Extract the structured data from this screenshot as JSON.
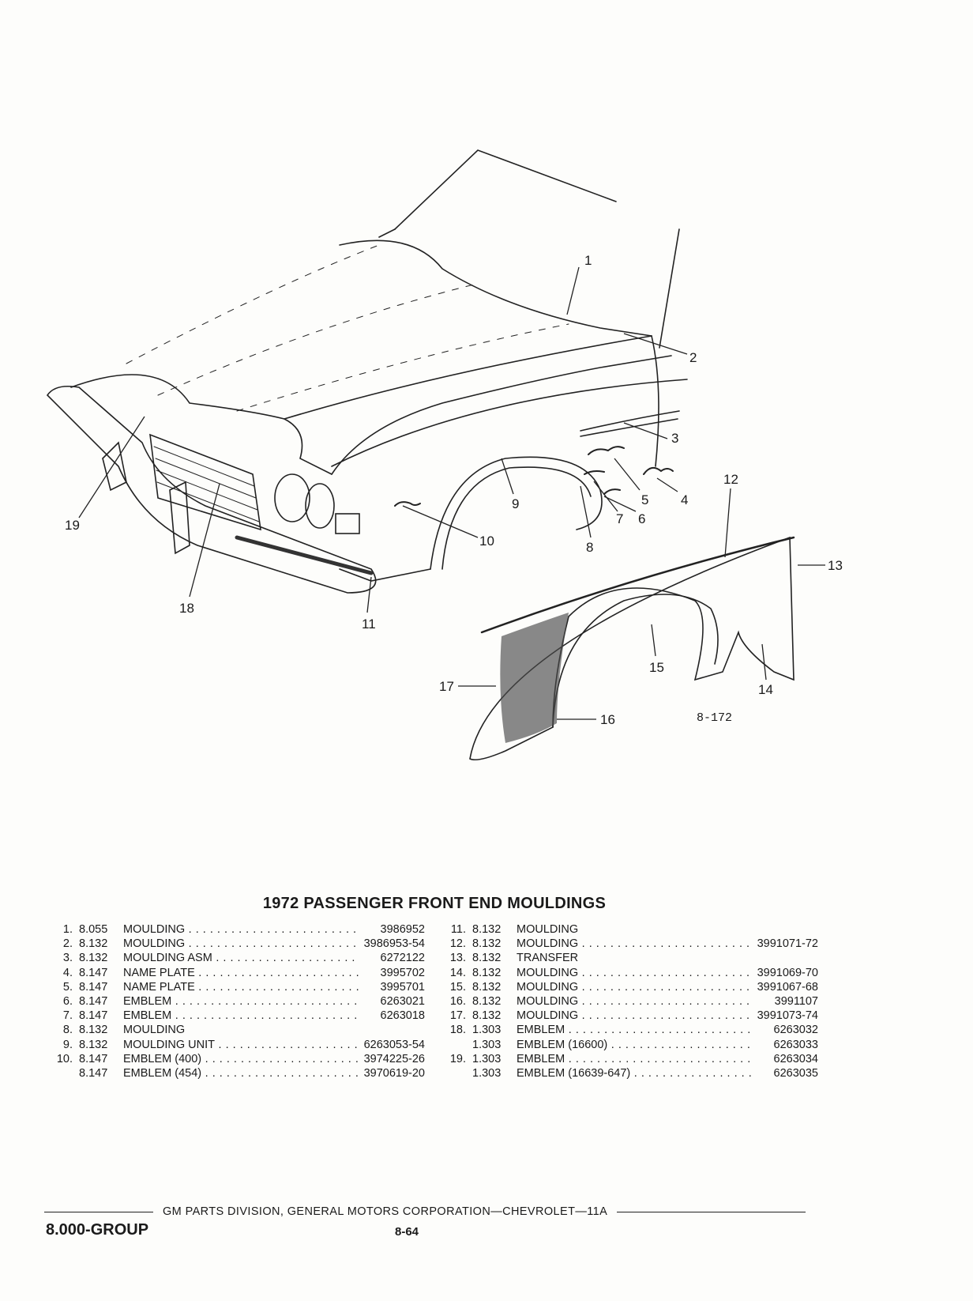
{
  "figure": {
    "number": "8-172",
    "callouts": [
      "1",
      "2",
      "3",
      "4",
      "5",
      "6",
      "7",
      "8",
      "9",
      "10",
      "11",
      "12",
      "13",
      "14",
      "15",
      "16",
      "17",
      "18",
      "19"
    ]
  },
  "title": "1972 PASSENGER FRONT END MOULDINGS",
  "parts_left": [
    {
      "num": "1.",
      "group": "8.055",
      "desc": "MOULDING",
      "part": "3986952"
    },
    {
      "num": "2.",
      "group": "8.132",
      "desc": "MOULDING",
      "part": "3986953-54"
    },
    {
      "num": "3.",
      "group": "8.132",
      "desc": "MOULDING ASM",
      "part": "6272122"
    },
    {
      "num": "4.",
      "group": "8.147",
      "desc": "NAME PLATE",
      "part": "3995702"
    },
    {
      "num": "5.",
      "group": "8.147",
      "desc": "NAME PLATE",
      "part": "3995701"
    },
    {
      "num": "6.",
      "group": "8.147",
      "desc": "EMBLEM",
      "part": "6263021"
    },
    {
      "num": "7.",
      "group": "8.147",
      "desc": "EMBLEM",
      "part": "6263018"
    },
    {
      "num": "8.",
      "group": "8.132",
      "desc": "MOULDING",
      "part": ""
    },
    {
      "num": "9.",
      "group": "8.132",
      "desc": "MOULDING UNIT",
      "part": "6263053-54"
    },
    {
      "num": "10.",
      "group": "8.147",
      "desc": "EMBLEM (400)",
      "part": "3974225-26"
    },
    {
      "num": "",
      "group": "8.147",
      "desc": "EMBLEM (454)",
      "part": "3970619-20"
    }
  ],
  "parts_right": [
    {
      "num": "11.",
      "group": "8.132",
      "desc": "MOULDING",
      "part": ""
    },
    {
      "num": "12.",
      "group": "8.132",
      "desc": "MOULDING",
      "part": "3991071-72"
    },
    {
      "num": "13.",
      "group": "8.132",
      "desc": "TRANSFER",
      "part": ""
    },
    {
      "num": "14.",
      "group": "8.132",
      "desc": "MOULDING",
      "part": "3991069-70"
    },
    {
      "num": "15.",
      "group": "8.132",
      "desc": "MOULDING",
      "part": "3991067-68"
    },
    {
      "num": "16.",
      "group": "8.132",
      "desc": "MOULDING",
      "part": "3991107"
    },
    {
      "num": "17.",
      "group": "8.132",
      "desc": "MOULDING",
      "part": "3991073-74"
    },
    {
      "num": "18.",
      "group": "1.303",
      "desc": "EMBLEM",
      "part": "6263032"
    },
    {
      "num": "",
      "group": "1.303",
      "desc": "EMBLEM (16600)",
      "part": "6263033"
    },
    {
      "num": "19.",
      "group": "1.303",
      "desc": "EMBLEM",
      "part": "6263034"
    },
    {
      "num": "",
      "group": "1.303",
      "desc": "EMBLEM (16639-647)",
      "part": "6263035"
    }
  ],
  "footer": {
    "division": "GM PARTS DIVISION, GENERAL MOTORS CORPORATION—CHEVROLET—11A",
    "group_label": "8.000-GROUP",
    "page_number": "8-64"
  }
}
